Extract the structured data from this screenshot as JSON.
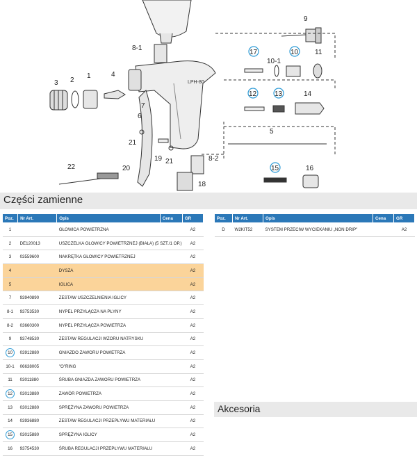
{
  "diagram": {
    "callouts": {
      "c9": "9",
      "c8_1": "8-1",
      "c17": "17",
      "c10": "10",
      "c11": "11",
      "c10_1": "10-1",
      "c3": "3",
      "c2": "2",
      "c1": "1",
      "c4": "4",
      "c12": "12",
      "c13": "13",
      "c14": "14",
      "c7": "7",
      "c6": "6",
      "c5": "5",
      "c21a": "21",
      "c21b": "21",
      "c19": "19",
      "c8_2": "8-2",
      "c20": "20",
      "c22": "22",
      "c15": "15",
      "c16": "16",
      "c18": "18"
    },
    "highlight_color": "#2b9ad6"
  },
  "parts": {
    "title": "Części zamienne",
    "headers": {
      "poz": "Poz.",
      "nr": "Nr Art.",
      "opis": "Opis",
      "cena": "Cena",
      "gr": "GR"
    },
    "rows": [
      {
        "poz": "1",
        "nr": "",
        "opis": "GŁOWICA POWIETRZNA",
        "cena": "",
        "gr": "A2"
      },
      {
        "poz": "2",
        "nr": "DE120013",
        "opis": "USZCZELKA GŁOWICY POWIETRZNEJ (BIAŁA) (5 SZT./1 OP.)",
        "cena": "",
        "gr": "A2"
      },
      {
        "poz": "3",
        "nr": "03559600",
        "opis": "NAKRĘTKA GŁOWICY POWIETRZNEJ",
        "cena": "",
        "gr": "A2"
      },
      {
        "poz": "4",
        "nr": "",
        "opis": "DYSZA",
        "cena": "",
        "gr": "A2"
      },
      {
        "poz": "5",
        "nr": "",
        "opis": "IGLICA",
        "cena": "",
        "gr": "A2"
      },
      {
        "poz": "7",
        "nr": "93940890",
        "opis": "ZESTAW USZCZELNIENIA IGLICY",
        "cena": "",
        "gr": "A2"
      },
      {
        "poz": "8-1",
        "nr": "93753530",
        "opis": "NYPEL PRZYŁĄCZA NA PŁYNY",
        "cena": "",
        "gr": "A2"
      },
      {
        "poz": "8-2",
        "nr": "03660300",
        "opis": "NYPEL PRZYŁĄCZA POWIETRZA",
        "cena": "",
        "gr": "A2"
      },
      {
        "poz": "9",
        "nr": "93748530",
        "opis": "ZESTAW REGULACJI WZORU NATRYSKU",
        "cena": "",
        "gr": "A2"
      },
      {
        "poz": "10",
        "nr": "03912880",
        "opis": "GNIAZDO ZAWORU POWIETRZA",
        "cena": "",
        "gr": "A2"
      },
      {
        "poz": "10-1",
        "nr": "06638005",
        "opis": "\"O\"RING",
        "cena": "",
        "gr": "A2"
      },
      {
        "poz": "11",
        "nr": "03011880",
        "opis": "ŚRUBA GNIAZDA ZAWORU POWIETRZA",
        "cena": "",
        "gr": "A2"
      },
      {
        "poz": "12",
        "nr": "03013880",
        "opis": "ZAWÓR POWIETRZA",
        "cena": "",
        "gr": "A2"
      },
      {
        "poz": "13",
        "nr": "03012880",
        "opis": "SPRĘŻYNA ZAWORU POWIETRZA",
        "cena": "",
        "gr": "A2"
      },
      {
        "poz": "14",
        "nr": "03936880",
        "opis": "ZESTAW REGULACJI PRZEPŁYWU MATERIAŁU",
        "cena": "",
        "gr": "A2"
      },
      {
        "poz": "15",
        "nr": "03015880",
        "opis": "SPRĘŻYNA IGLICY",
        "cena": "",
        "gr": "A2"
      },
      {
        "poz": "16",
        "nr": "93754530",
        "opis": "ŚRUBA REGULACJI PRZEPŁYWU MATERIAŁU",
        "cena": "",
        "gr": "A2"
      }
    ]
  },
  "extra": {
    "headers": {
      "poz": "Poz.",
      "nr": "Nr Art.",
      "opis": "Opis",
      "cena": "Cena",
      "gr": "GR"
    },
    "rows": [
      {
        "poz": "D",
        "nr": "W2KIT52",
        "opis": "SYSTEM PRZECIW WYCIEKANIU „NON DRIP\"",
        "cena": "",
        "gr": "A2"
      }
    ]
  },
  "accessories": {
    "title": "Akcesoria"
  }
}
